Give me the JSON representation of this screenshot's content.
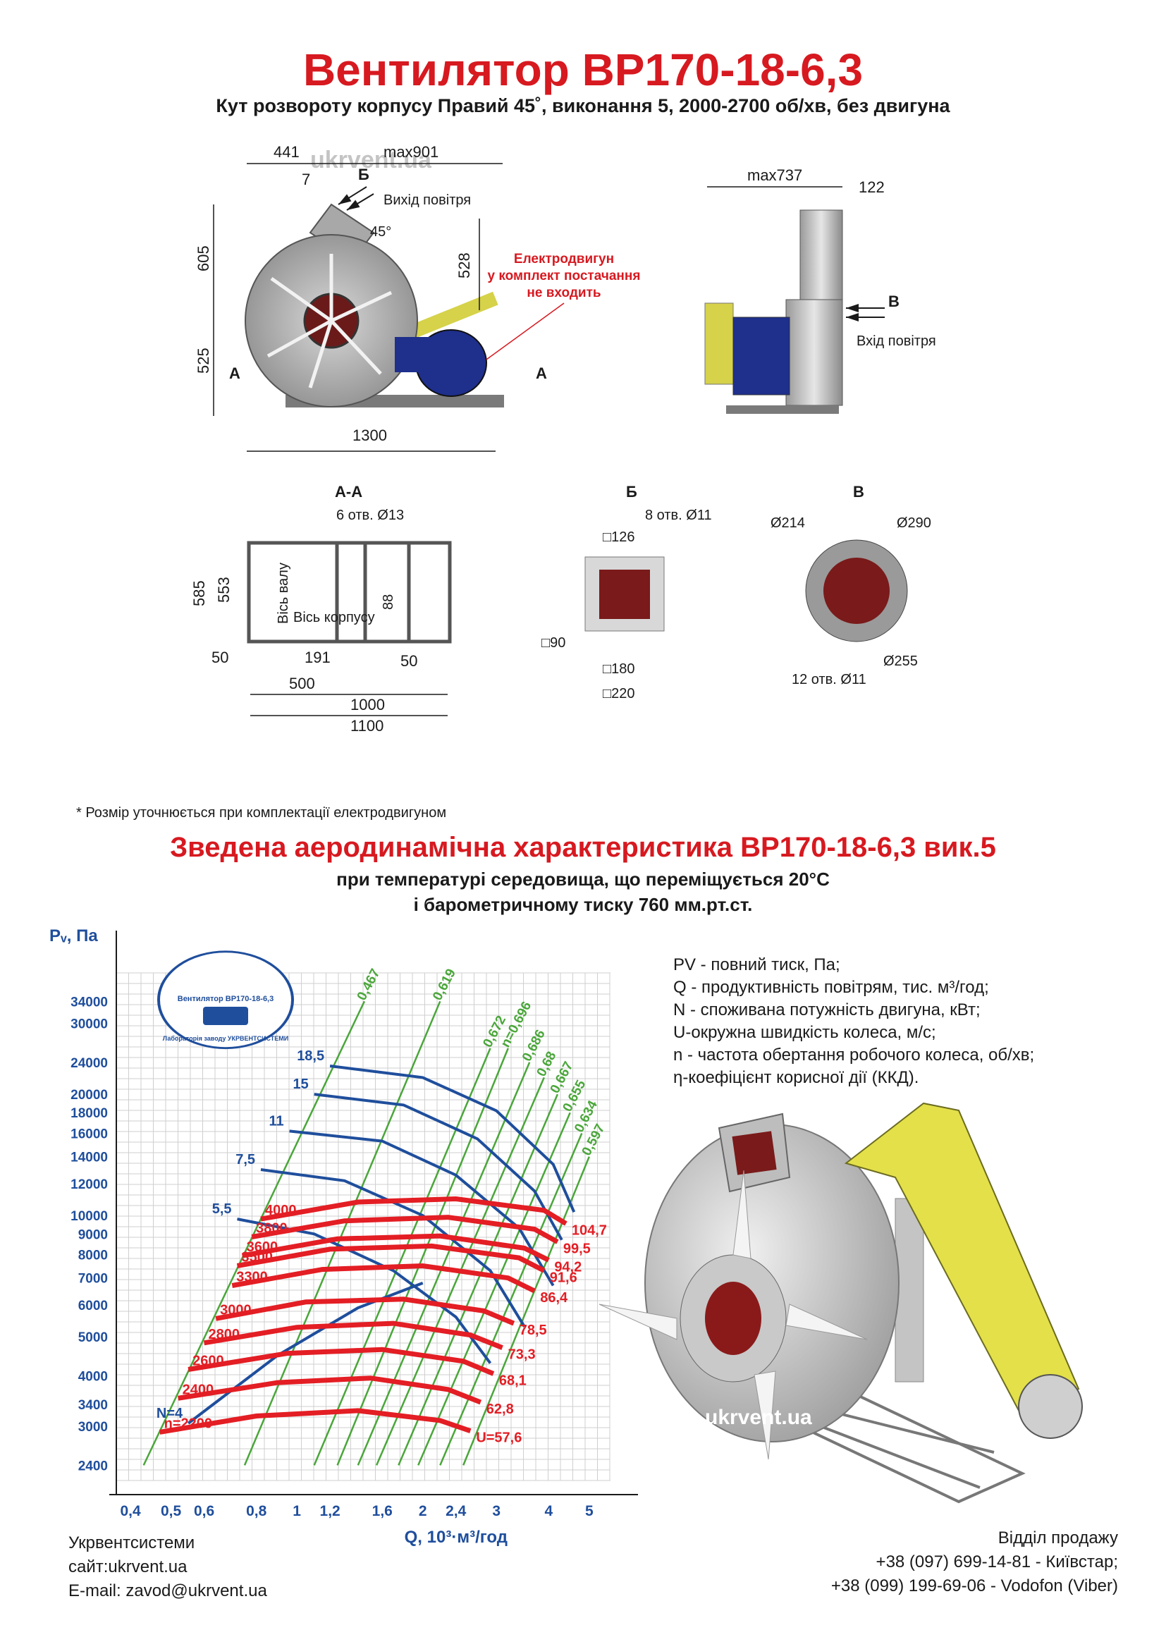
{
  "header": {
    "title": "Вентилятор ВР170-18-6,3",
    "subtitle": "Кут розвороту корпусу Правий 45˚, виконання 5, 2000-2700 об/хв, без двигуна"
  },
  "drawings": {
    "front": {
      "dim_441": "441",
      "dim_max901": "max901",
      "dim_7": "7",
      "label_B": "Б",
      "air_out": "Вихід повітря",
      "dim_45": "45°",
      "dim_605": "605",
      "dim_528": "528",
      "dim_525": "525",
      "dim_1300": "1300",
      "label_A1": "А",
      "label_A2": "А",
      "motor_note_1": "Електродвигун",
      "motor_note_2": "у комплект постачання",
      "motor_note_3": "не входить",
      "watermark": "ukrvent.ua"
    },
    "side": {
      "dim_max737": "max737",
      "dim_122": "122",
      "label_V": "В",
      "air_in": "Вхід повітря"
    },
    "section_AA": {
      "title": "А-А",
      "holes": "6 отв. Ø13",
      "dim_585": "585",
      "dim_553": "553",
      "axis_shaft": "Вісь валу",
      "axis_body": "Вісь корпусу",
      "dim_88": "88",
      "dim_50a": "50",
      "dim_191": "191",
      "dim_50b": "50",
      "dim_500": "500",
      "dim_1000": "1000",
      "dim_1100": "1100"
    },
    "section_B": {
      "title": "Б",
      "holes": "8 отв. Ø11",
      "dim_126": "□126",
      "dim_90": "□90",
      "dim_180": "□180",
      "dim_220": "□220"
    },
    "section_V": {
      "title": "В",
      "d214": "Ø214",
      "d290": "Ø290",
      "d255": "Ø255",
      "holes": "12 отв. Ø11"
    }
  },
  "footnote": "* Розмір уточнюється при комплектації електродвигуном",
  "characteristic": {
    "title": "Зведена аеродинамічна характеристика ВР170-18-6,3 вик.5",
    "line1": "при температурі середовища, що переміщується 20°С",
    "line2": "і барометричному тиску 760 мм.рт.ст."
  },
  "legend": [
    "PV - повний тиск, Па;",
    "Q - продуктивність повітрям, тис. м³/год;",
    "N - споживана потужність двигуна, кВт;",
    "U-окружна швидкість колеса, м/с;",
    "n - частота обертання робочого колеса, об/хв;",
    "η-коефіцієнт корисної дії (ККД)."
  ],
  "chart_data": {
    "type": "line",
    "xlabel": "Q, 10³·м³/год",
    "ylabel": "Pᵥ, Па",
    "x_scale": "log",
    "y_scale": "log",
    "x_ticks": [
      "0,4",
      "0,5",
      "0,6",
      "0,8",
      "1",
      "1,2",
      "1,6",
      "2",
      "2,4",
      "3",
      "4",
      "5"
    ],
    "y_ticks": [
      "34000",
      "30000",
      "24000",
      "20000",
      "18000",
      "16000",
      "14000",
      "12000",
      "10000",
      "9000",
      "8000",
      "7000",
      "6000",
      "5000",
      "4000",
      "3400",
      "3000",
      "2400"
    ],
    "speed_curves": [
      {
        "n": "n=2200",
        "U": "U=57,6",
        "label_n": "n=2200",
        "label_u": "U=57,6",
        "points": [
          [
            0.47,
            2900
          ],
          [
            0.8,
            3180
          ],
          [
            1.4,
            3280
          ],
          [
            2.2,
            3100
          ],
          [
            2.6,
            2920
          ]
        ]
      },
      {
        "n": "2400",
        "U": "62,8",
        "label_n": "2400",
        "label_u": "62,8",
        "points": [
          [
            0.52,
            3520
          ],
          [
            0.9,
            3850
          ],
          [
            1.5,
            3950
          ],
          [
            2.3,
            3700
          ],
          [
            2.75,
            3440
          ]
        ]
      },
      {
        "n": "2600",
        "U": "68,1",
        "label_n": "2600",
        "label_u": "68,1",
        "points": [
          [
            0.55,
            4150
          ],
          [
            0.95,
            4550
          ],
          [
            1.6,
            4650
          ],
          [
            2.5,
            4350
          ],
          [
            2.95,
            4050
          ]
        ]
      },
      {
        "n": "2800",
        "U": "73,3",
        "label_n": "2800",
        "label_u": "73,3",
        "points": [
          [
            0.6,
            4830
          ],
          [
            1.0,
            5280
          ],
          [
            1.7,
            5400
          ],
          [
            2.6,
            5050
          ],
          [
            3.1,
            4700
          ]
        ]
      },
      {
        "n": "3000",
        "U": "78,5",
        "label_n": "3000",
        "label_u": "78,5",
        "points": [
          [
            0.64,
            5550
          ],
          [
            1.05,
            6100
          ],
          [
            1.8,
            6200
          ],
          [
            2.8,
            5800
          ],
          [
            3.3,
            5400
          ]
        ]
      },
      {
        "n": "3300",
        "U": "86,4",
        "label_n": "3300",
        "label_u": "86,4",
        "points": [
          [
            0.7,
            6700
          ],
          [
            1.15,
            7350
          ],
          [
            2.0,
            7500
          ],
          [
            3.2,
            7000
          ],
          [
            3.7,
            6500
          ]
        ]
      },
      {
        "n": "3500",
        "U": "91,6",
        "label_n": "3500",
        "label_u": "91,6",
        "points": [
          [
            0.72,
            7500
          ],
          [
            1.2,
            8250
          ],
          [
            2.1,
            8400
          ],
          [
            3.4,
            7850
          ],
          [
            3.9,
            7300
          ]
        ]
      },
      {
        "n": "3600",
        "U": "94,2",
        "label_n": "3600",
        "label_u": "94,2",
        "points": [
          [
            0.74,
            7950
          ],
          [
            1.25,
            8750
          ],
          [
            2.2,
            8900
          ],
          [
            3.5,
            8300
          ],
          [
            4.0,
            7750
          ]
        ]
      },
      {
        "n": "3800",
        "U": "99,5",
        "label_n": "3800",
        "label_u": "99,5",
        "points": [
          [
            0.78,
            8850
          ],
          [
            1.3,
            9700
          ],
          [
            2.3,
            9900
          ],
          [
            3.7,
            9250
          ],
          [
            4.2,
            8600
          ]
        ]
      },
      {
        "n": "4000",
        "U": "104,7",
        "label_n": "4000",
        "label_u": "104,7",
        "points": [
          [
            0.82,
            9800
          ],
          [
            1.4,
            10800
          ],
          [
            2.4,
            11000
          ],
          [
            3.9,
            10300
          ],
          [
            4.4,
            9550
          ]
        ]
      }
    ],
    "power_curves": [
      {
        "N": "N=4",
        "points": [
          [
            0.55,
            3050
          ],
          [
            0.9,
            4500
          ],
          [
            1.4,
            5900
          ],
          [
            2.0,
            6800
          ]
        ]
      },
      {
        "N": "5,5",
        "points": [
          [
            0.72,
            9800
          ],
          [
            1.1,
            9000
          ],
          [
            1.7,
            7300
          ],
          [
            2.4,
            5600
          ],
          [
            2.9,
            4300
          ]
        ]
      },
      {
        "N": "7,5",
        "points": [
          [
            0.82,
            13000
          ],
          [
            1.3,
            12200
          ],
          [
            2.0,
            10000
          ],
          [
            2.9,
            7300
          ],
          [
            3.5,
            5300
          ]
        ]
      },
      {
        "N": "11",
        "points": [
          [
            0.96,
            16200
          ],
          [
            1.6,
            15300
          ],
          [
            2.4,
            12600
          ],
          [
            3.4,
            9300
          ],
          [
            4.1,
            6700
          ]
        ]
      },
      {
        "N": "15",
        "points": [
          [
            1.1,
            20000
          ],
          [
            1.8,
            18800
          ],
          [
            2.7,
            15500
          ],
          [
            3.7,
            11500
          ],
          [
            4.3,
            8700
          ]
        ]
      },
      {
        "N": "18,5",
        "points": [
          [
            1.2,
            23500
          ],
          [
            2.0,
            22000
          ],
          [
            3.0,
            18200
          ],
          [
            4.1,
            13400
          ],
          [
            4.6,
            10200
          ]
        ]
      }
    ],
    "efficiency_lines": [
      {
        "eta": "0,467",
        "points": [
          [
            0.43,
            2400
          ],
          [
            1.45,
            34000
          ]
        ]
      },
      {
        "eta": "0,619",
        "points": [
          [
            0.75,
            2400
          ],
          [
            2.2,
            34000
          ]
        ]
      },
      {
        "eta": "0,672",
        "points": [
          [
            1.1,
            2400
          ],
          [
            2.9,
            26000
          ]
        ]
      },
      {
        "eta": "n=0,696",
        "points": [
          [
            1.25,
            2400
          ],
          [
            3.2,
            26000
          ]
        ]
      },
      {
        "eta": "0,686",
        "points": [
          [
            1.4,
            2400
          ],
          [
            3.6,
            24000
          ]
        ]
      },
      {
        "eta": "0,68",
        "points": [
          [
            1.55,
            2400
          ],
          [
            3.9,
            22000
          ]
        ]
      },
      {
        "eta": "0,667",
        "points": [
          [
            1.75,
            2400
          ],
          [
            4.2,
            20000
          ]
        ]
      },
      {
        "eta": "0,655",
        "points": [
          [
            1.95,
            2400
          ],
          [
            4.5,
            18000
          ]
        ]
      },
      {
        "eta": "0,634",
        "points": [
          [
            2.2,
            2400
          ],
          [
            4.8,
            16000
          ]
        ]
      },
      {
        "eta": "0,597",
        "points": [
          [
            2.5,
            2400
          ],
          [
            5.0,
            14000
          ]
        ]
      }
    ],
    "grid": true,
    "colors": {
      "speed": "#e31e24",
      "power": "#1f4e9c",
      "efficiency": "#4aa63a"
    }
  },
  "logo": {
    "text_top": "Вентилятор ВР170-18-6,3",
    "text_bottom": "Лабораторія заводу УКРВЕНТСИСТЕМИ"
  },
  "photo_watermark": "ukrvent.ua",
  "company": {
    "name": "Укрвентсистеми",
    "site": "сайт:ukrvent.ua",
    "email": "E-mail: zavod@ukrvent.ua"
  },
  "sales": {
    "title": "Відділ продажу",
    "phone1": "+38 (097) 699-14-81 - Київстар;",
    "phone2": "+38 (099) 199-69-06 - Vodofon (Viber)"
  },
  "colors": {
    "title": "#d71920",
    "motor": "#1e2f8c",
    "belt": "#e3e04a",
    "inlet": "#8a1a1a"
  }
}
